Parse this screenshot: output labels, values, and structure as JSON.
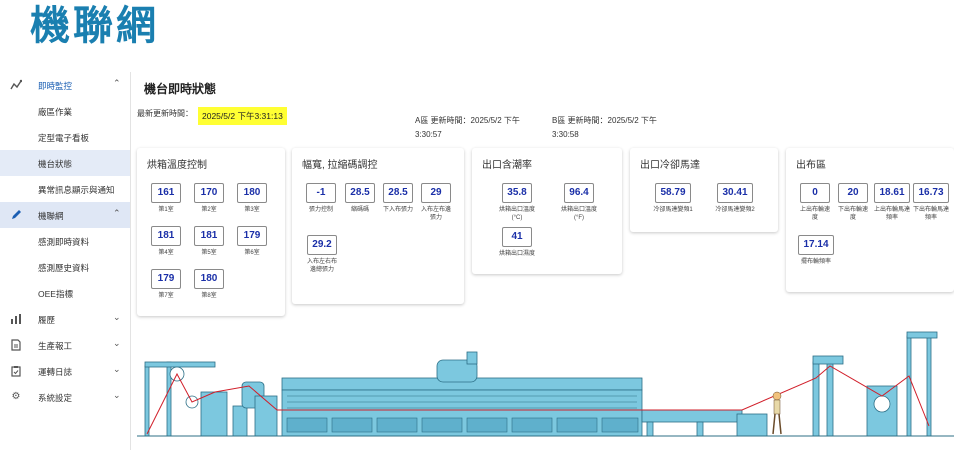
{
  "brand": {
    "title": "機聯網"
  },
  "sidebar": {
    "groups": [
      {
        "label": "即時監控",
        "icon": "pulse-icon",
        "expanded": true,
        "items": [
          "廠區作業",
          "定型電子看板",
          "機台狀態",
          "異常訊息顯示與通知"
        ]
      },
      {
        "label": "機聯網",
        "icon": "pencil-icon",
        "expanded": true,
        "items": [
          "感測即時資料",
          "感測歷史資料",
          "OEE指標"
        ]
      },
      {
        "label": "履歷",
        "icon": "bar-chart-icon"
      },
      {
        "label": "生產報工",
        "icon": "document-icon"
      },
      {
        "label": "運轉日誌",
        "icon": "clipboard-icon"
      },
      {
        "label": "系統設定",
        "icon": "gear-icon"
      }
    ]
  },
  "page": {
    "title": "機台即時狀態",
    "last_update_label": "最新更新時間：",
    "last_update_value": "2025/5/2 下午3:31:13",
    "area_a_line1": "A區 更新時間：2025/5/2 下午",
    "area_a_line2": "3:30:57",
    "area_b_line1": "B區 更新時間：2025/5/2 下午",
    "area_b_line2": "3:30:58"
  },
  "cards": {
    "oven": {
      "title": "烘箱溫度控制",
      "metrics": [
        {
          "value": "161",
          "label": "第1室"
        },
        {
          "value": "170",
          "label": "第2室"
        },
        {
          "value": "180",
          "label": "第3室"
        },
        {
          "value": "181",
          "label": "第4室"
        },
        {
          "value": "181",
          "label": "第5室"
        },
        {
          "value": "179",
          "label": "第6室"
        },
        {
          "value": "179",
          "label": "第7室"
        },
        {
          "value": "180",
          "label": "第8室"
        }
      ]
    },
    "width": {
      "title": "幅寬, 拉縮碼調控",
      "metrics": [
        {
          "value": "-1",
          "label": "張力控制"
        },
        {
          "value": "28.5",
          "label": "縮碼碼"
        },
        {
          "value": "28.5",
          "label": "下入布張力"
        },
        {
          "value": "29",
          "label": "入布左布邊張力"
        },
        {
          "value": "29.2",
          "label": "入布左右布邊總張力"
        }
      ]
    },
    "moisture": {
      "title": "出口含潮率",
      "metrics": [
        {
          "value": "35.8",
          "label": "烘箱出口溫度(°C)"
        },
        {
          "value": "96.4",
          "label": "烘箱出口溫度(°F)"
        },
        {
          "value": "41",
          "label": "烘箱出口濕度"
        }
      ]
    },
    "cooling": {
      "title": "出口冷卻馬達",
      "metrics": [
        {
          "value": "58.79",
          "label": "冷卻馬達變頻1"
        },
        {
          "value": "30.41",
          "label": "冷卻馬達變頻2"
        }
      ]
    },
    "outlet": {
      "title": "出布區",
      "metrics": [
        {
          "value": "0",
          "label": "上出布輪速度"
        },
        {
          "value": "20",
          "label": "下出布輪速度"
        },
        {
          "value": "18.61",
          "label": "上出布輪馬達頻率"
        },
        {
          "value": "16.73",
          "label": "下出布輪馬達頻率"
        },
        {
          "value": "17.14",
          "label": "擺布輪頻率"
        }
      ]
    }
  },
  "colors": {
    "brand": "#1a7fb0",
    "value_text": "#1a2fa8",
    "highlight": "#ffff33",
    "machine_body": "#7cc8df",
    "fabric": "#d11f2a"
  }
}
